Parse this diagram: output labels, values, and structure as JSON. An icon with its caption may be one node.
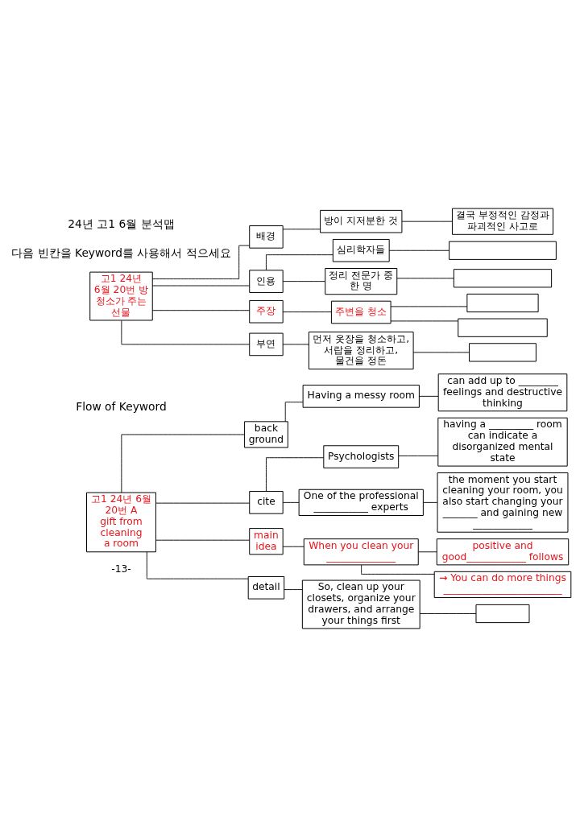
{
  "diagram": {
    "nodes": [
      {
        "text": [
          "고1 24년 6월 20번 방 청소가 주는 선물"
        ]
      },
      {
        "text": [
          "배경"
        ]
      },
      {
        "text": [
          "방이 지저분한 것"
        ]
      },
      {
        "text": [
          "결국 부정적인 감정과 파괴적인 사고로"
        ]
      },
      {
        "text": [
          "인용"
        ]
      },
      {
        "text": [
          "심리학자들"
        ]
      },
      {
        "text": [],
        "shape": "box"
      },
      {
        "text": [
          "정리 전문가 중 한 명"
        ]
      },
      {
        "text": [],
        "shape": "box"
      },
      {
        "text": [
          "주장"
        ]
      },
      {
        "text": [
          "주변을 청소"
        ]
      },
      {
        "text": [],
        "shape": "box"
      },
      {
        "text": [],
        "shape": "box"
      },
      {
        "text": [
          "부연"
        ]
      },
      {
        "text": [
          "먼저 옷장을 청소하고, 서랍을 정리하고, 물건을 정돈"
        ]
      },
      {
        "text": [],
        "shape": "box"
      },
      {
        "text": [
          "고1 24년 6월 20번 A gift from cleaning a room"
        ]
      },
      {
        "text": [
          "back ground"
        ]
      },
      {
        "text": [
          "Having a messy room"
        ]
      },
      {
        "text": [
          "can add up to ________ feelings and destructive thinking"
        ]
      },
      {
        "text": [
          "cite"
        ]
      },
      {
        "text": [
          "Psychologists"
        ]
      },
      {
        "text": [
          "having a _________ room can indicate a disorganized mental state"
        ]
      },
      {
        "text": [
          "One of the professional ___________ experts"
        ]
      },
      {
        "text": [
          "the moment you start cleaning your room, you also start changing your _______ and gaining new ____________"
        ]
      },
      {
        "text": [
          "main idea"
        ]
      },
      {
        "text": [
          "When you clean your ______________"
        ]
      },
      {
        "text": [
          "positive and good____________ follows"
        ]
      },
      {
        "text": [
          "→ You can do more things ________________________"
        ]
      },
      {
        "text": [
          "detail"
        ]
      },
      {
        "text": [
          "So, clean up your closets, organize your drawers, and arrange your things first"
        ]
      },
      {
        "text": [],
        "shape": "box"
      }
    ],
    "edges": [
      {
        "from": 0,
        "to": 1,
        "arrow": "none"
      },
      {
        "from": 1,
        "to": 2,
        "arrow": "none"
      },
      {
        "from": 2,
        "to": 3,
        "arrow": "none"
      },
      {
        "from": 0,
        "to": 4,
        "arrow": "none"
      },
      {
        "from": 4,
        "to": 5,
        "arrow": "none"
      },
      {
        "from": 5,
        "to": 6,
        "arrow": "none"
      },
      {
        "from": 4,
        "to": 7,
        "arrow": "none"
      },
      {
        "from": 7,
        "to": 8,
        "arrow": "none"
      },
      {
        "from": 0,
        "to": 9,
        "arrow": "none"
      },
      {
        "from": 9,
        "to": 10,
        "arrow": "none"
      },
      {
        "from": 10,
        "to": 11,
        "arrow": "none"
      },
      {
        "from": 10,
        "to": 12,
        "arrow": "none"
      },
      {
        "from": 0,
        "to": 13,
        "arrow": "none"
      },
      {
        "from": 13,
        "to": 14,
        "arrow": "none"
      },
      {
        "from": 14,
        "to": 15,
        "arrow": "none"
      },
      {
        "from": 16,
        "to": 17,
        "arrow": "none"
      },
      {
        "from": 17,
        "to": 18,
        "arrow": "none"
      },
      {
        "from": 18,
        "to": 19,
        "arrow": "none"
      },
      {
        "from": 16,
        "to": 20,
        "arrow": "none"
      },
      {
        "from": 20,
        "to": 21,
        "arrow": "none"
      },
      {
        "from": 21,
        "to": 22,
        "arrow": "none"
      },
      {
        "from": 20,
        "to": 23,
        "arrow": "none"
      },
      {
        "from": 23,
        "to": 24,
        "arrow": "none"
      },
      {
        "from": 16,
        "to": 25,
        "arrow": "none"
      },
      {
        "from": 25,
        "to": 26,
        "arrow": "none"
      },
      {
        "from": 26,
        "to": 27,
        "arrow": "none"
      },
      {
        "from": 26,
        "to": 28,
        "arrow": "none"
      },
      {
        "from": 16,
        "to": 29,
        "arrow": "none"
      },
      {
        "from": 29,
        "to": 30,
        "arrow": "none"
      },
      {
        "from": 30,
        "to": 31,
        "arrow": "none"
      }
    ],
    "labels": [
      "24년 고1 6월 분석맵",
      "다음 빈칸을 Keyword를 사용해서 적으세요",
      "Flow of Keyword",
      "-13-"
    ]
  }
}
